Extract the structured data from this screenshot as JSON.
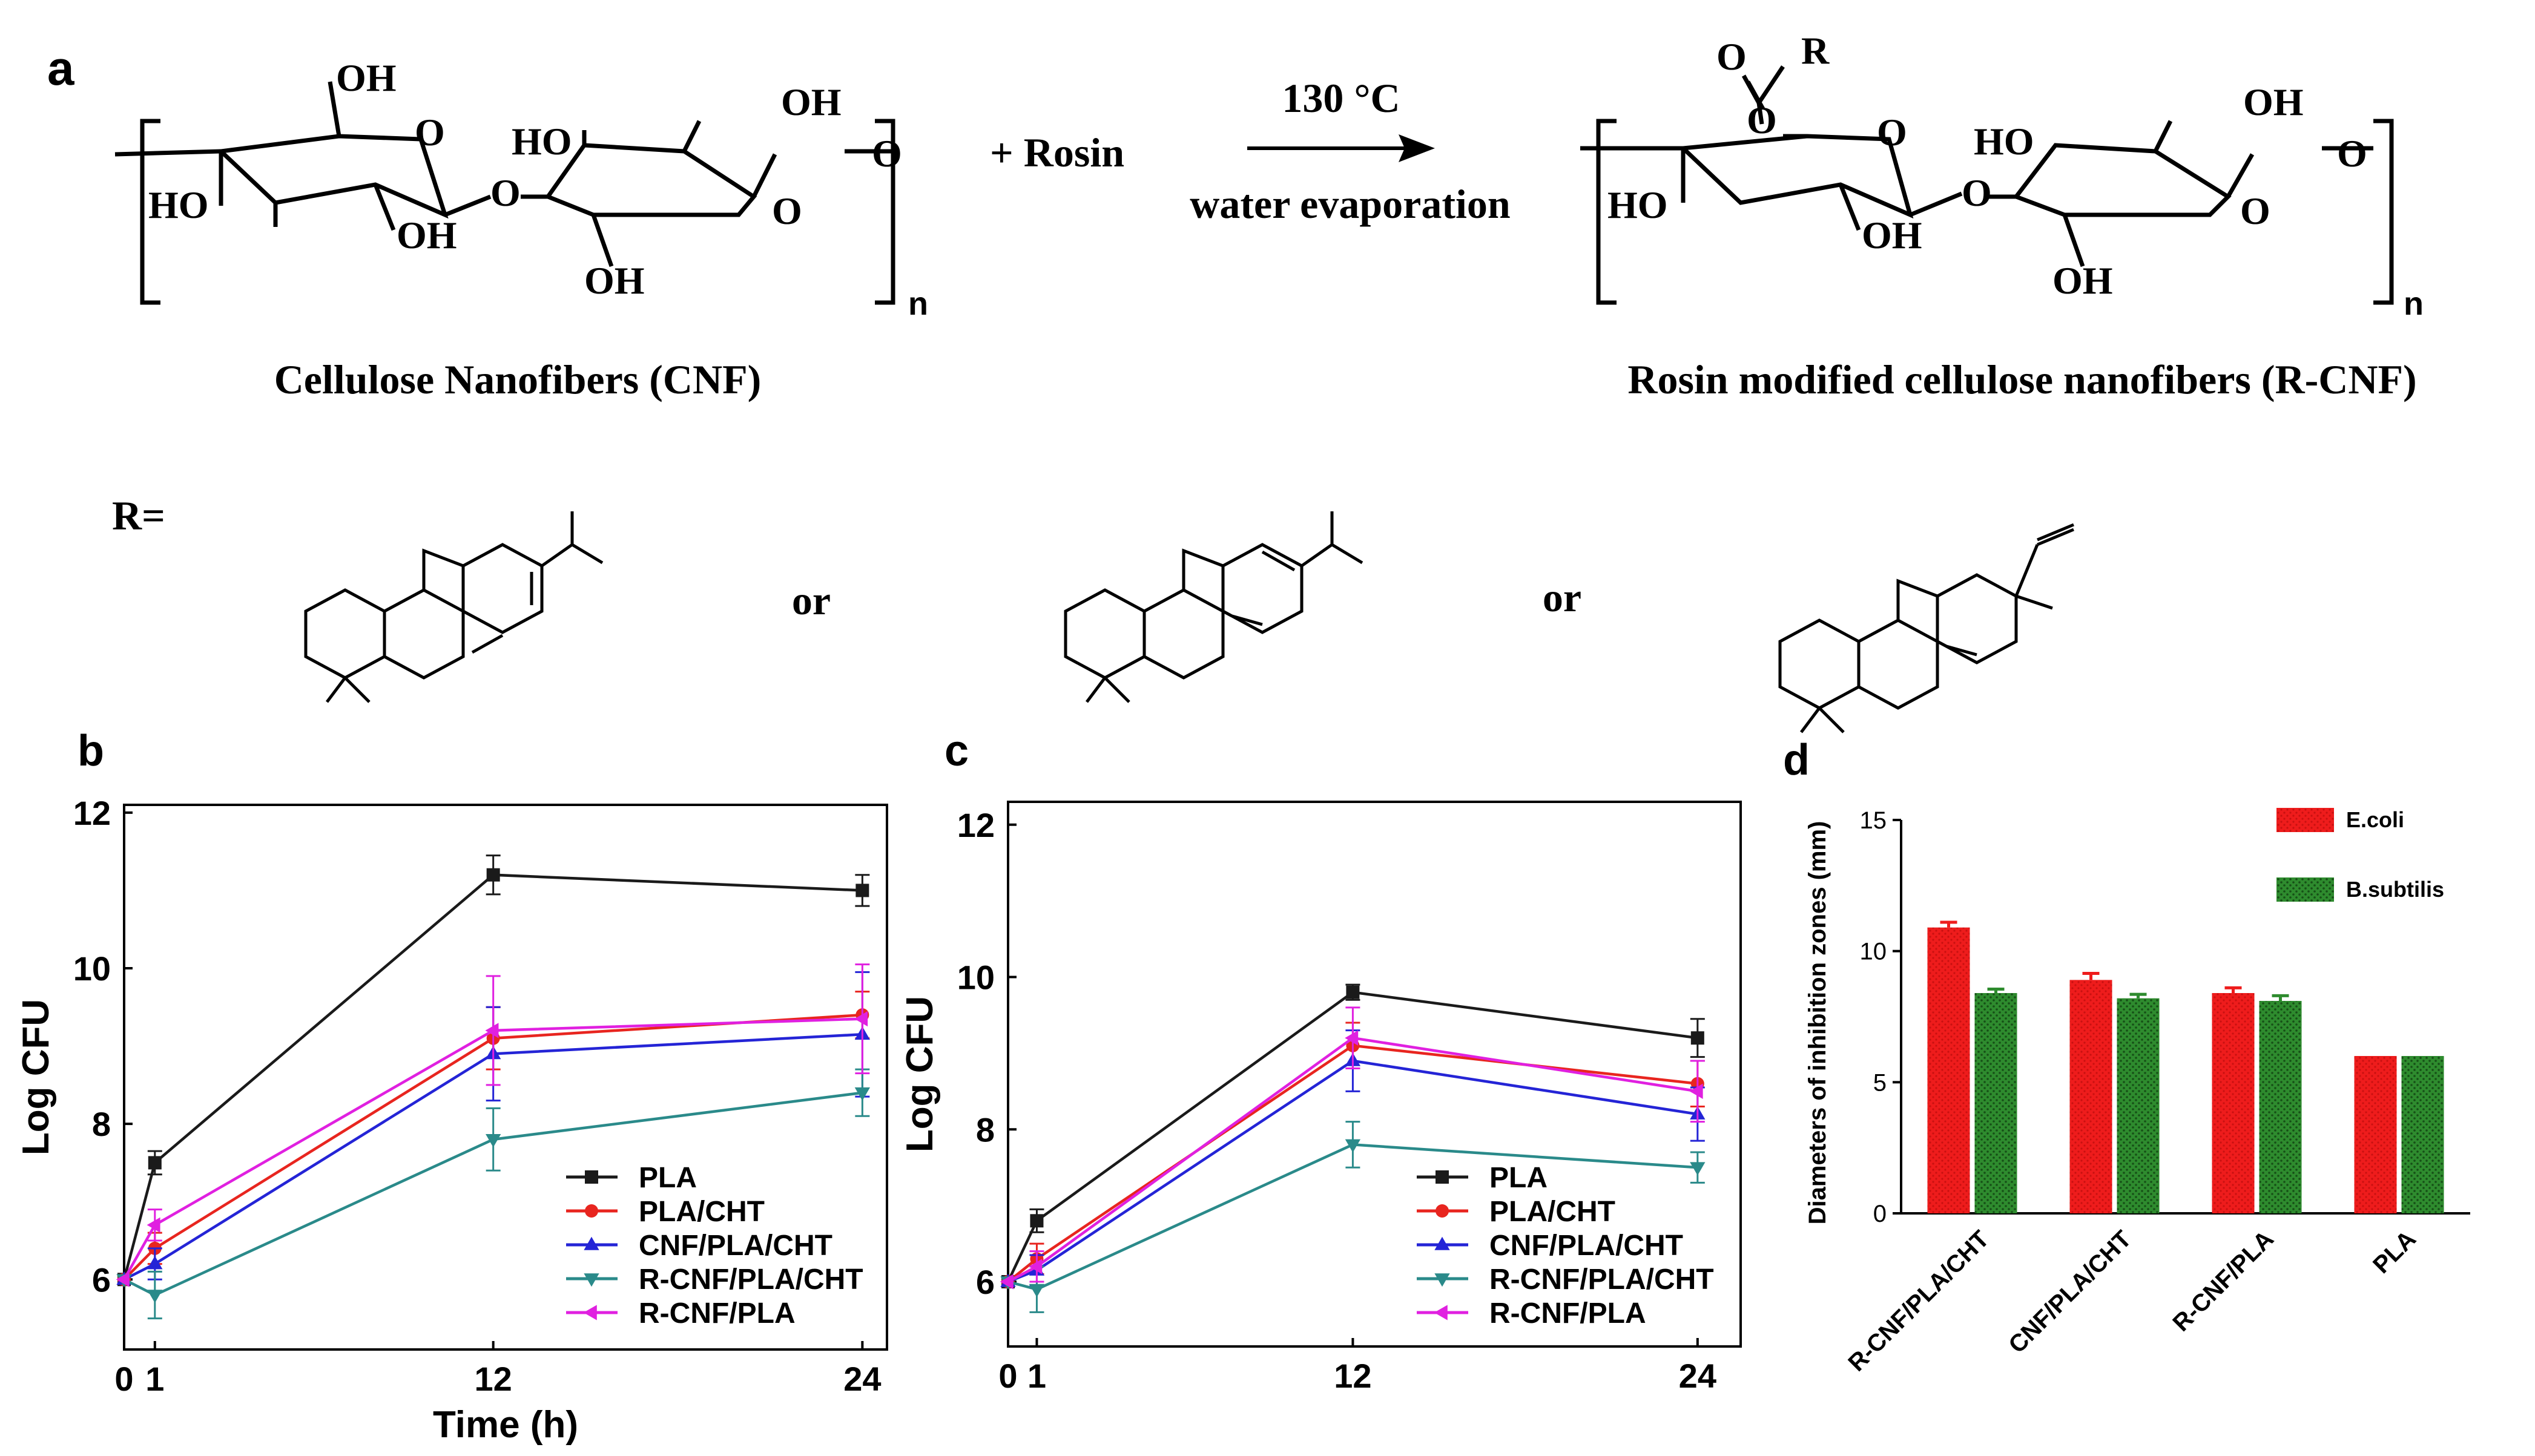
{
  "panel_a": {
    "label": "a",
    "reactant_name": "Cellulose Nanofibers (CNF)",
    "product_name": "Rosin modified cellulose nanofibers (R-CNF)",
    "plus_text": "+ Rosin",
    "condition_top": "130 °C",
    "condition_bottom": "water evaporation",
    "repeat_subscript": "n",
    "atoms": {
      "oh": "OH",
      "ho": "HO",
      "o": "O",
      "r": "R"
    },
    "r_group_label": "R=",
    "or_text": "or"
  },
  "panel_labels": {
    "b": "b",
    "c": "c",
    "d": "d"
  },
  "chart_data": [
    {
      "id": "b",
      "type": "line",
      "xlabel": "Time (h)",
      "ylabel": "Log CFU",
      "x": [
        0,
        1,
        12,
        24
      ],
      "x_ticks": [
        "0",
        "1",
        "12",
        "24"
      ],
      "y_ticks": [
        "6",
        "8",
        "10",
        "12"
      ],
      "xlim": [
        0,
        24.8
      ],
      "ylim": [
        5.1,
        12.1
      ],
      "legend_position": "bottom-right",
      "series": [
        {
          "name": "PLA",
          "color": "#1a1a1a",
          "marker": "square",
          "values": [
            6.0,
            7.5,
            11.2,
            11.0
          ],
          "errors": [
            0,
            0.15,
            0.25,
            0.2
          ]
        },
        {
          "name": "PLA/CHT",
          "color": "#e8251f",
          "marker": "circle",
          "values": [
            6.0,
            6.4,
            9.1,
            9.4
          ],
          "errors": [
            0,
            0.2,
            0.4,
            0.3
          ]
        },
        {
          "name": "CNF/PLA/CHT",
          "color": "#2424d6",
          "marker": "triangle-up",
          "values": [
            6.0,
            6.2,
            8.9,
            9.15
          ],
          "errors": [
            0,
            0.2,
            0.6,
            0.8
          ]
        },
        {
          "name": "R-CNF/PLA/CHT",
          "color": "#2a8a8a",
          "marker": "triangle-down",
          "values": [
            6.0,
            5.8,
            7.8,
            8.4
          ],
          "errors": [
            0,
            0.3,
            0.4,
            0.3
          ]
        },
        {
          "name": "R-CNF/PLA",
          "color": "#e020e0",
          "marker": "triangle-left",
          "values": [
            6.0,
            6.7,
            9.2,
            9.35
          ],
          "errors": [
            0,
            0.2,
            0.7,
            0.7
          ]
        }
      ]
    },
    {
      "id": "c",
      "type": "line",
      "xlabel": "",
      "ylabel": "Log CFU",
      "x": [
        0,
        1,
        12,
        24
      ],
      "x_ticks": [
        "0",
        "1",
        "12",
        "24"
      ],
      "y_ticks": [
        "6",
        "8",
        "10",
        "12"
      ],
      "xlim": [
        0,
        25.5
      ],
      "ylim": [
        5.15,
        12.3
      ],
      "legend_position": "bottom-right",
      "series": [
        {
          "name": "PLA",
          "color": "#1a1a1a",
          "marker": "square",
          "values": [
            6.0,
            6.8,
            9.8,
            9.2
          ],
          "errors": [
            0,
            0.15,
            0.1,
            0.25
          ]
        },
        {
          "name": "PLA/CHT",
          "color": "#e8251f",
          "marker": "circle",
          "values": [
            6.0,
            6.3,
            9.1,
            8.6
          ],
          "errors": [
            0,
            0.2,
            0.3,
            0.3
          ]
        },
        {
          "name": "CNF/PLA/CHT",
          "color": "#2424d6",
          "marker": "triangle-up",
          "values": [
            6.0,
            6.15,
            8.9,
            8.2
          ],
          "errors": [
            0,
            0.2,
            0.4,
            0.35
          ]
        },
        {
          "name": "R-CNF/PLA/CHT",
          "color": "#2a8a8a",
          "marker": "triangle-down",
          "values": [
            6.0,
            5.9,
            7.8,
            7.5
          ],
          "errors": [
            0,
            0.3,
            0.3,
            0.2
          ]
        },
        {
          "name": "R-CNF/PLA",
          "color": "#e020e0",
          "marker": "triangle-left",
          "values": [
            6.0,
            6.2,
            9.2,
            8.5
          ],
          "errors": [
            0,
            0.2,
            0.4,
            0.4
          ]
        }
      ]
    },
    {
      "id": "d",
      "type": "bar",
      "ylabel": "Diameters of inhibition zones (mm)",
      "categories": [
        "R-CNF/PLA/CHT",
        "CNF/PLA/CHT",
        "R-CNF/PLA",
        "PLA"
      ],
      "y_ticks": [
        "0",
        "5",
        "10",
        "15"
      ],
      "ylim": [
        0,
        15
      ],
      "legend_position": "top-right",
      "series": [
        {
          "name": "E.coli",
          "color": "#ee1c1c",
          "values": [
            10.9,
            8.9,
            8.4,
            6.0
          ],
          "errors": [
            0.2,
            0.25,
            0.2,
            0
          ]
        },
        {
          "name": "B.subtilis",
          "color": "#2e8b2e",
          "values": [
            8.4,
            8.2,
            8.1,
            6.0
          ],
          "errors": [
            0.15,
            0.15,
            0.2,
            0
          ]
        }
      ]
    }
  ]
}
